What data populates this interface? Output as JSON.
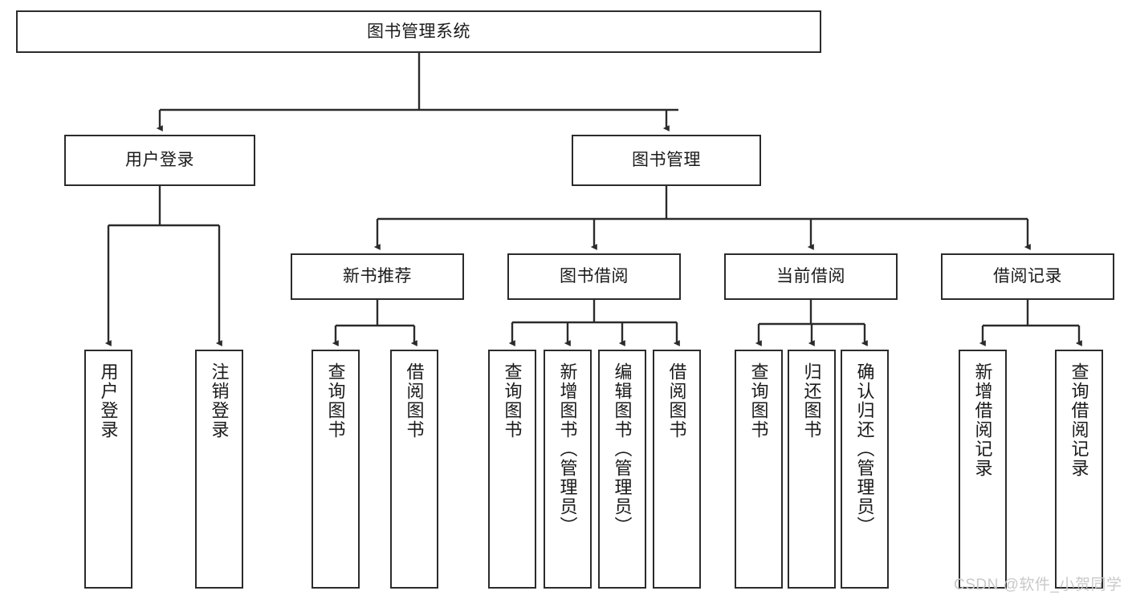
{
  "diagram": {
    "title": "图书管理系统",
    "type": "hierarchy-tree",
    "root": {
      "id": "root",
      "label": "图书管理系统"
    },
    "level1": [
      {
        "id": "user-login",
        "label": "用户登录"
      },
      {
        "id": "book-management",
        "label": "图书管理"
      }
    ],
    "level2": [
      {
        "id": "new-book-recommend",
        "label": "新书推荐",
        "parent": "book-management"
      },
      {
        "id": "book-borrow",
        "label": "图书借阅",
        "parent": "book-management"
      },
      {
        "id": "current-borrow",
        "label": "当前借阅",
        "parent": "book-management"
      },
      {
        "id": "borrow-record",
        "label": "借阅记录",
        "parent": "book-management"
      }
    ],
    "leaves": {
      "user_login": [
        {
          "id": "leaf-user-login",
          "label": "用户登录"
        },
        {
          "id": "leaf-logout-login",
          "label": "注销登录"
        }
      ],
      "new_book_recommend": [
        {
          "id": "leaf-query-book-1",
          "label": "查询图书"
        },
        {
          "id": "leaf-borrow-book-1",
          "label": "借阅图书"
        }
      ],
      "book_borrow": [
        {
          "id": "leaf-query-book-2",
          "label": "查询图书"
        },
        {
          "id": "leaf-add-book",
          "label": "新增图书（管理员）"
        },
        {
          "id": "leaf-edit-book",
          "label": "编辑图书（管理员）"
        },
        {
          "id": "leaf-borrow-book-2",
          "label": "借阅图书"
        }
      ],
      "current_borrow": [
        {
          "id": "leaf-query-book-3",
          "label": "查询图书"
        },
        {
          "id": "leaf-return-book",
          "label": "归还图书"
        },
        {
          "id": "leaf-confirm-return",
          "label": "确认归还（管理员）"
        }
      ],
      "borrow_record": [
        {
          "id": "leaf-add-record",
          "label": "新增借阅记录"
        },
        {
          "id": "leaf-query-record",
          "label": "查询借阅记录"
        }
      ]
    },
    "colors": {
      "stroke": "#2b2b2b",
      "fill": "#ffffff",
      "text": "#1a1a1a",
      "watermark": "#c9c9c9"
    }
  },
  "watermark": {
    "text": "CSDN @软件_小贺同学"
  }
}
